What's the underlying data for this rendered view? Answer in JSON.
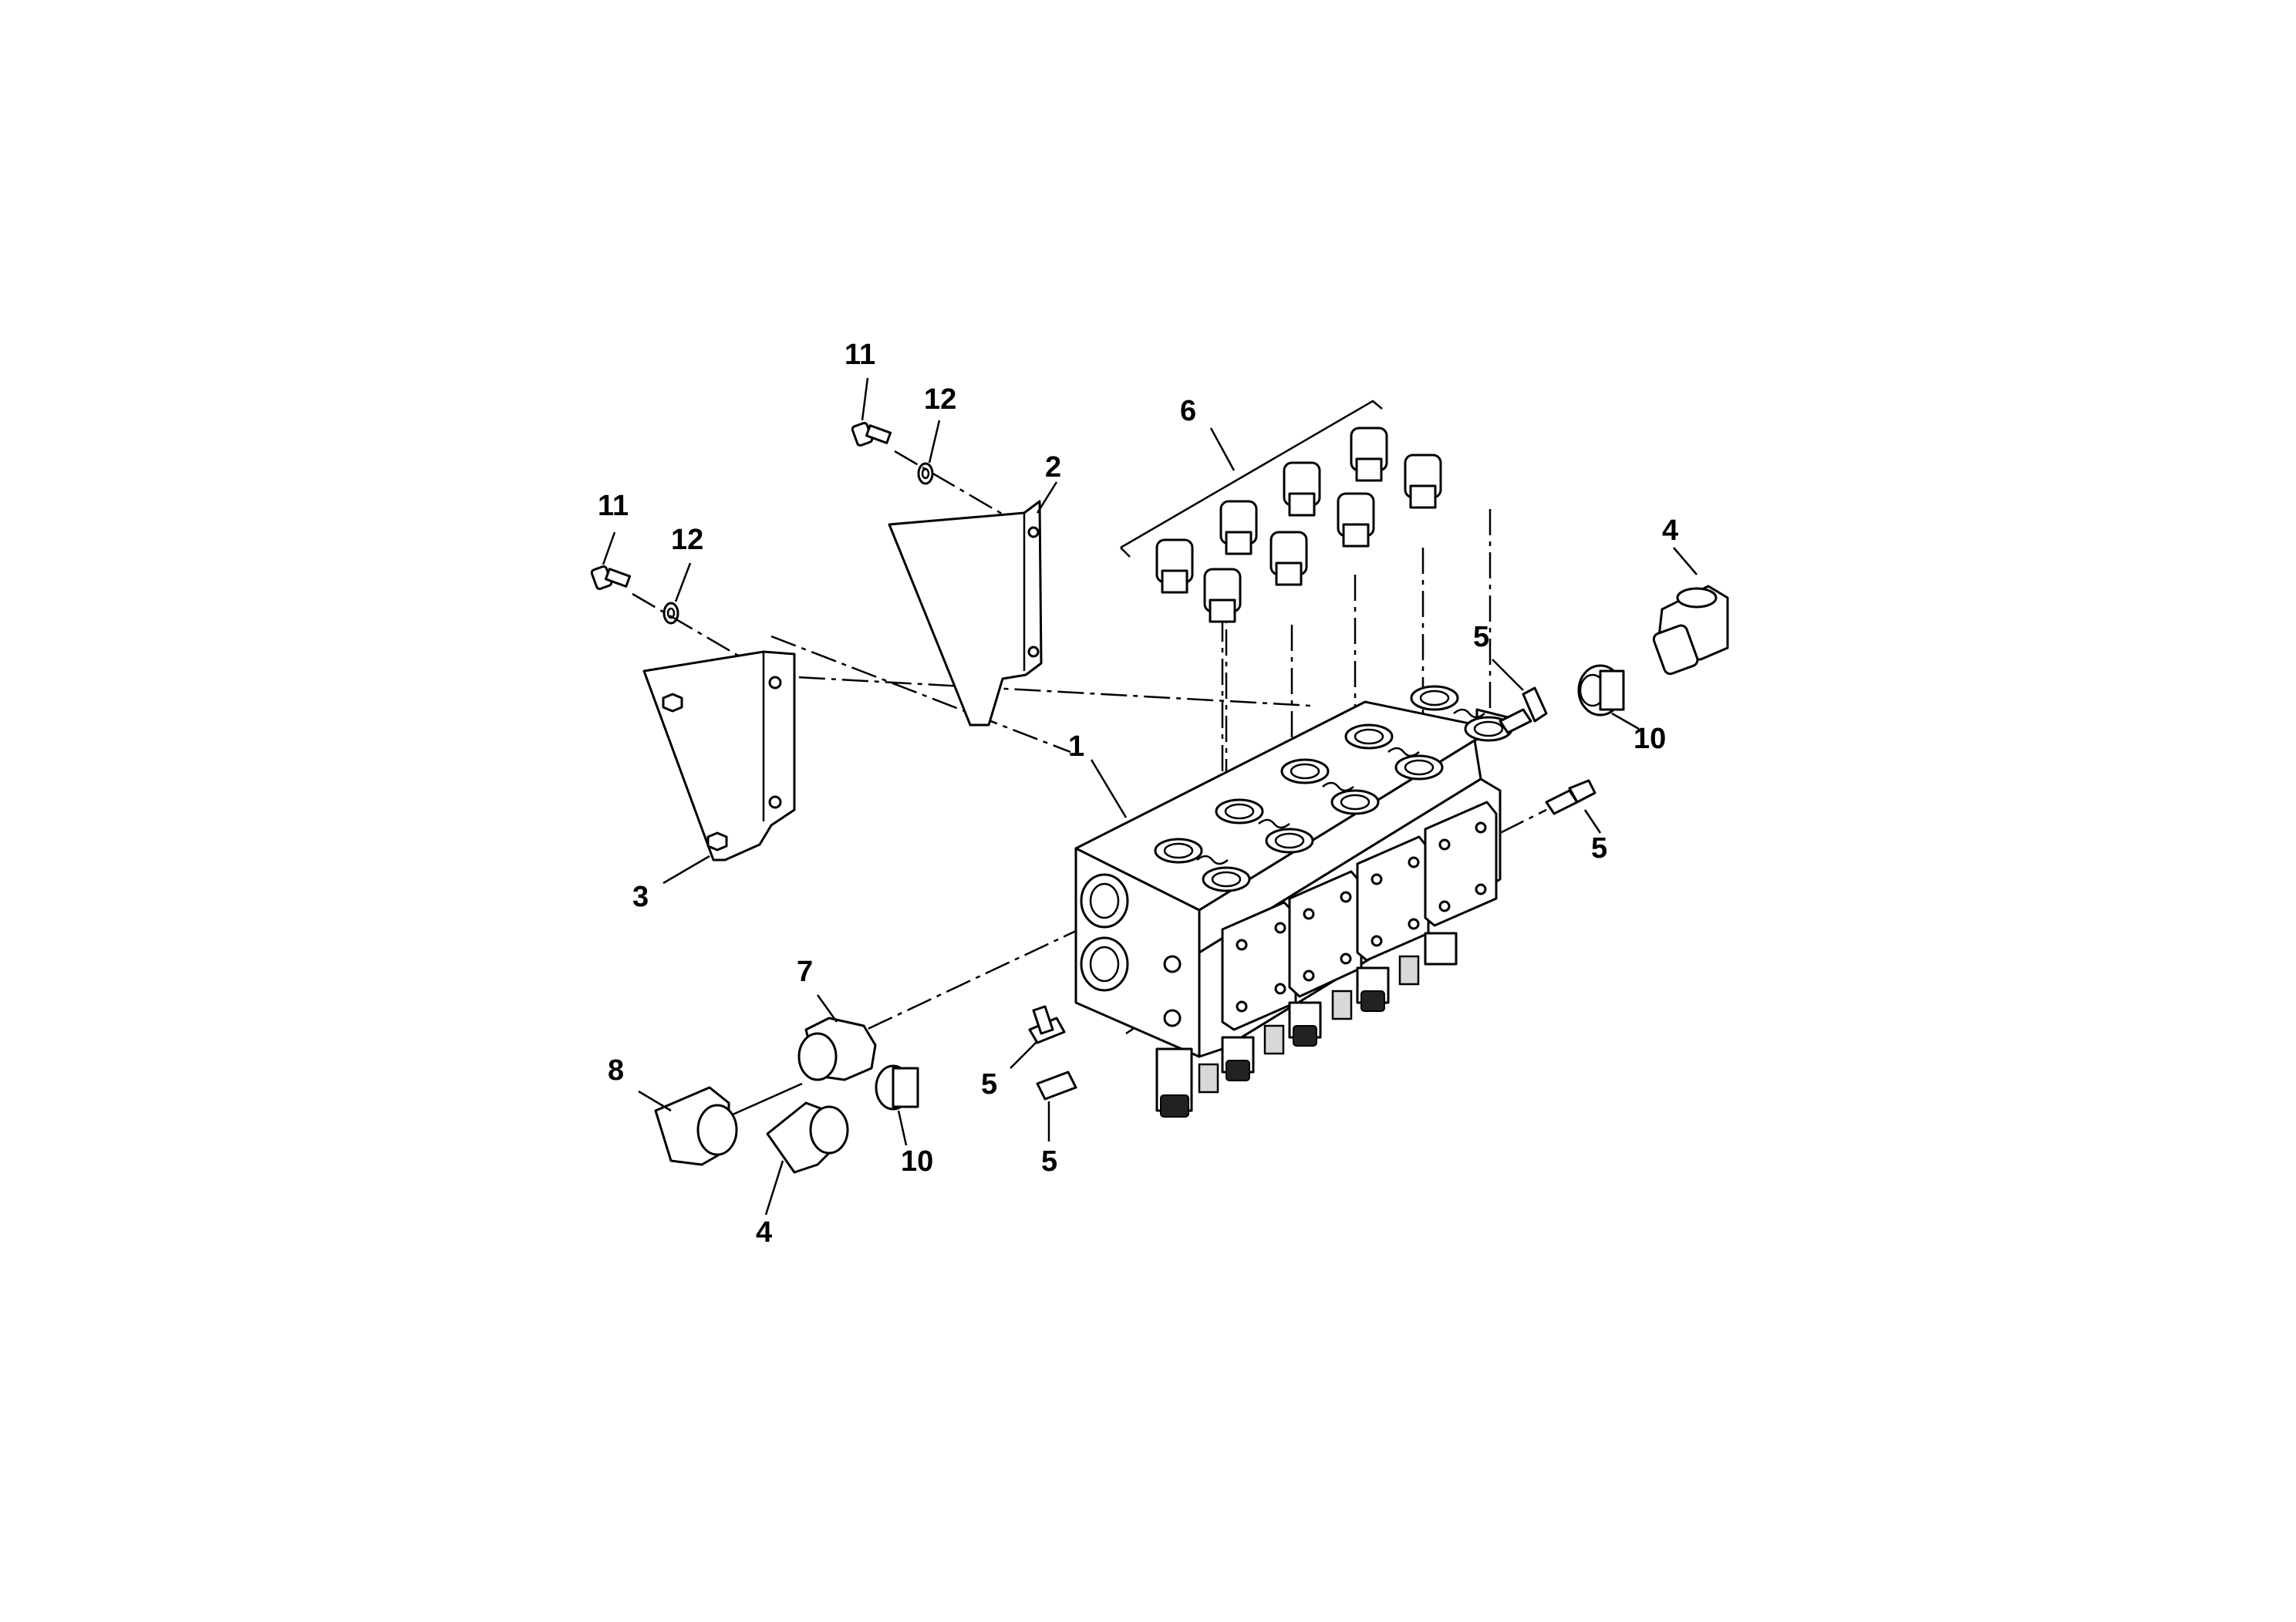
{
  "labels": {
    "part_1": "1",
    "part_2": "2",
    "part_3": "3",
    "part_4_right": "4",
    "part_4_left": "4",
    "part_5_top": "5",
    "part_5_right": "5",
    "part_5_mid": "5",
    "part_5_bottom": "5",
    "part_6": "6",
    "part_7": "7",
    "part_8": "8",
    "part_10_right": "10",
    "part_10_left": "10",
    "part_11_top": "11",
    "part_11_left": "11",
    "part_12_top": "12",
    "part_12_left": "12"
  }
}
